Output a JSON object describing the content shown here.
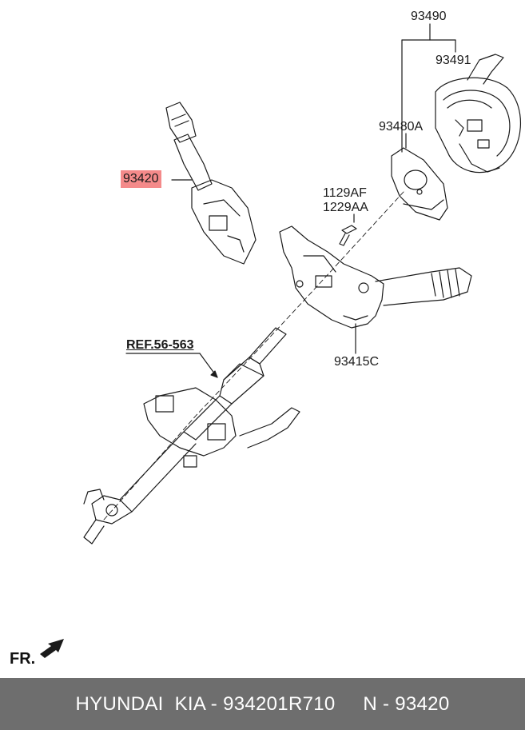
{
  "diagram": {
    "part_labels": {
      "p93490": "93490",
      "p93491": "93491",
      "p93480A": "93480A",
      "p93420": "93420",
      "p1129AF": "1129AF",
      "p1229AA": "1229AA",
      "p93415C": "93415C"
    },
    "reference": "REF.56-563",
    "direction_label": "FR.",
    "highlight_color": "#f48a8a"
  },
  "footer": {
    "text": "HYUNDAI  KIA - 934201R710     N - 93420",
    "background": "#6e6e6e"
  }
}
